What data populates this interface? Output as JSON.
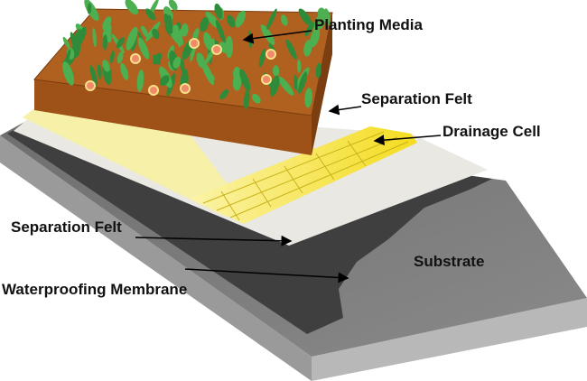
{
  "labels": {
    "planting_media": "Planting Media",
    "separation_felt_top": "Separation Felt",
    "drainage_cell": "Drainage Cell",
    "separation_felt_bottom": "Separation Felt",
    "substrate": "Substrate",
    "waterproofing_membrane": "Waterproofing Membrane"
  },
  "colors": {
    "substrate": "#5a5a5a",
    "membrane": "#3c3c3c",
    "felt": "#ecebe6",
    "drainage": "#f2de2a",
    "media": "#a5581c",
    "plant": "#2e8b3a"
  }
}
